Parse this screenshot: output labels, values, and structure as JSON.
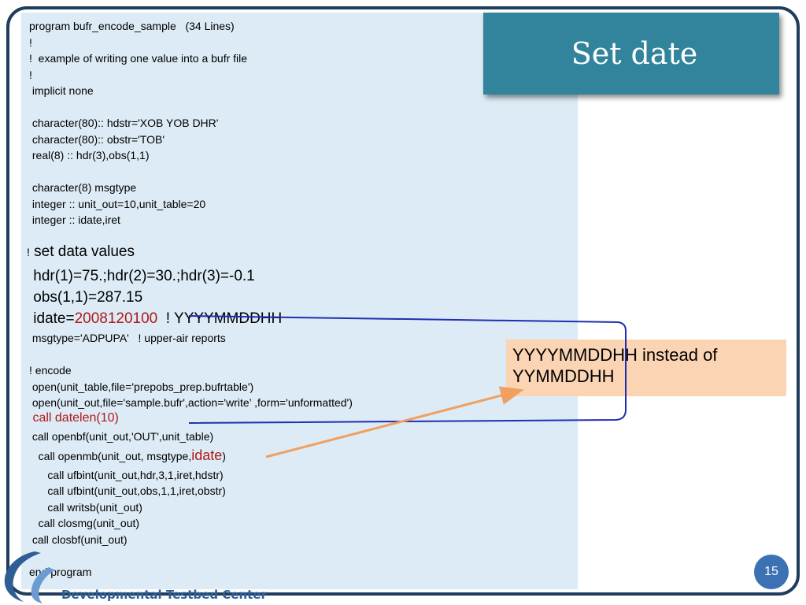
{
  "slide": {
    "title": "Set date",
    "page_number": "15",
    "footer_org": "Developmental Testbed Center"
  },
  "callout": {
    "text": "YYYYMMDDHH instead of YYMMDDHH"
  },
  "code": {
    "line_1": "program bufr_encode_sample   (34 Lines)",
    "line_2": "!",
    "line_3": "!  example of writing one value into a bufr file",
    "line_4": "!",
    "line_5": " implicit none",
    "line_6": " character(80):: hdstr='XOB YOB DHR'",
    "line_7": " character(80):: obstr='TOB'",
    "line_8": " real(8) :: hdr(3),obs(1,1)",
    "line_9": " character(8) msgtype",
    "line_10": " integer :: unit_out=10,unit_table=20",
    "line_11": " integer :: idate,iret",
    "line_12_mark": "!",
    "line_12_text": " set data values",
    "line_13": " hdr(1)=75.;hdr(2)=30.;hdr(3)=-0.1",
    "line_14": " obs(1,1)=287.15",
    "line_15_prefix": " idate=",
    "line_15_value": "2008120100",
    "line_15_comment": "  ! YYYYMMDDHH",
    "line_16": " msgtype='ADPUPA'   ! upper-air reports",
    "line_17": "! encode",
    "line_18": " open(unit_table,file='prepobs_prep.bufrtable')",
    "line_19": " open(unit_out,file='sample.bufr',action='write’ ,form='unformatted')",
    "line_20": " call datelen(10)",
    "line_21": " call openbf(unit_out,'OUT',unit_table)",
    "line_22_prefix": "   call openmb(unit_out, msgtype,",
    "line_22_highlight": "idate",
    "line_22_suffix": ")",
    "line_23": "      call ufbint(unit_out,hdr,3,1,iret,hdstr)",
    "line_24": "      call ufbint(unit_out,obs,1,1,iret,obstr)",
    "line_25": "      call writsb(unit_out)",
    "line_26": "   call closmg(unit_out)",
    "line_27": " call closbf(unit_out)",
    "line_28": "end program"
  },
  "colors": {
    "title_bg": "#31849b",
    "code_bg": "#dcebf5",
    "callout_bg": "#fbd4b4",
    "highlight_red": "#b01818",
    "bracket_blue": "#1f2fb0",
    "arrow_orange": "#f0a060"
  }
}
